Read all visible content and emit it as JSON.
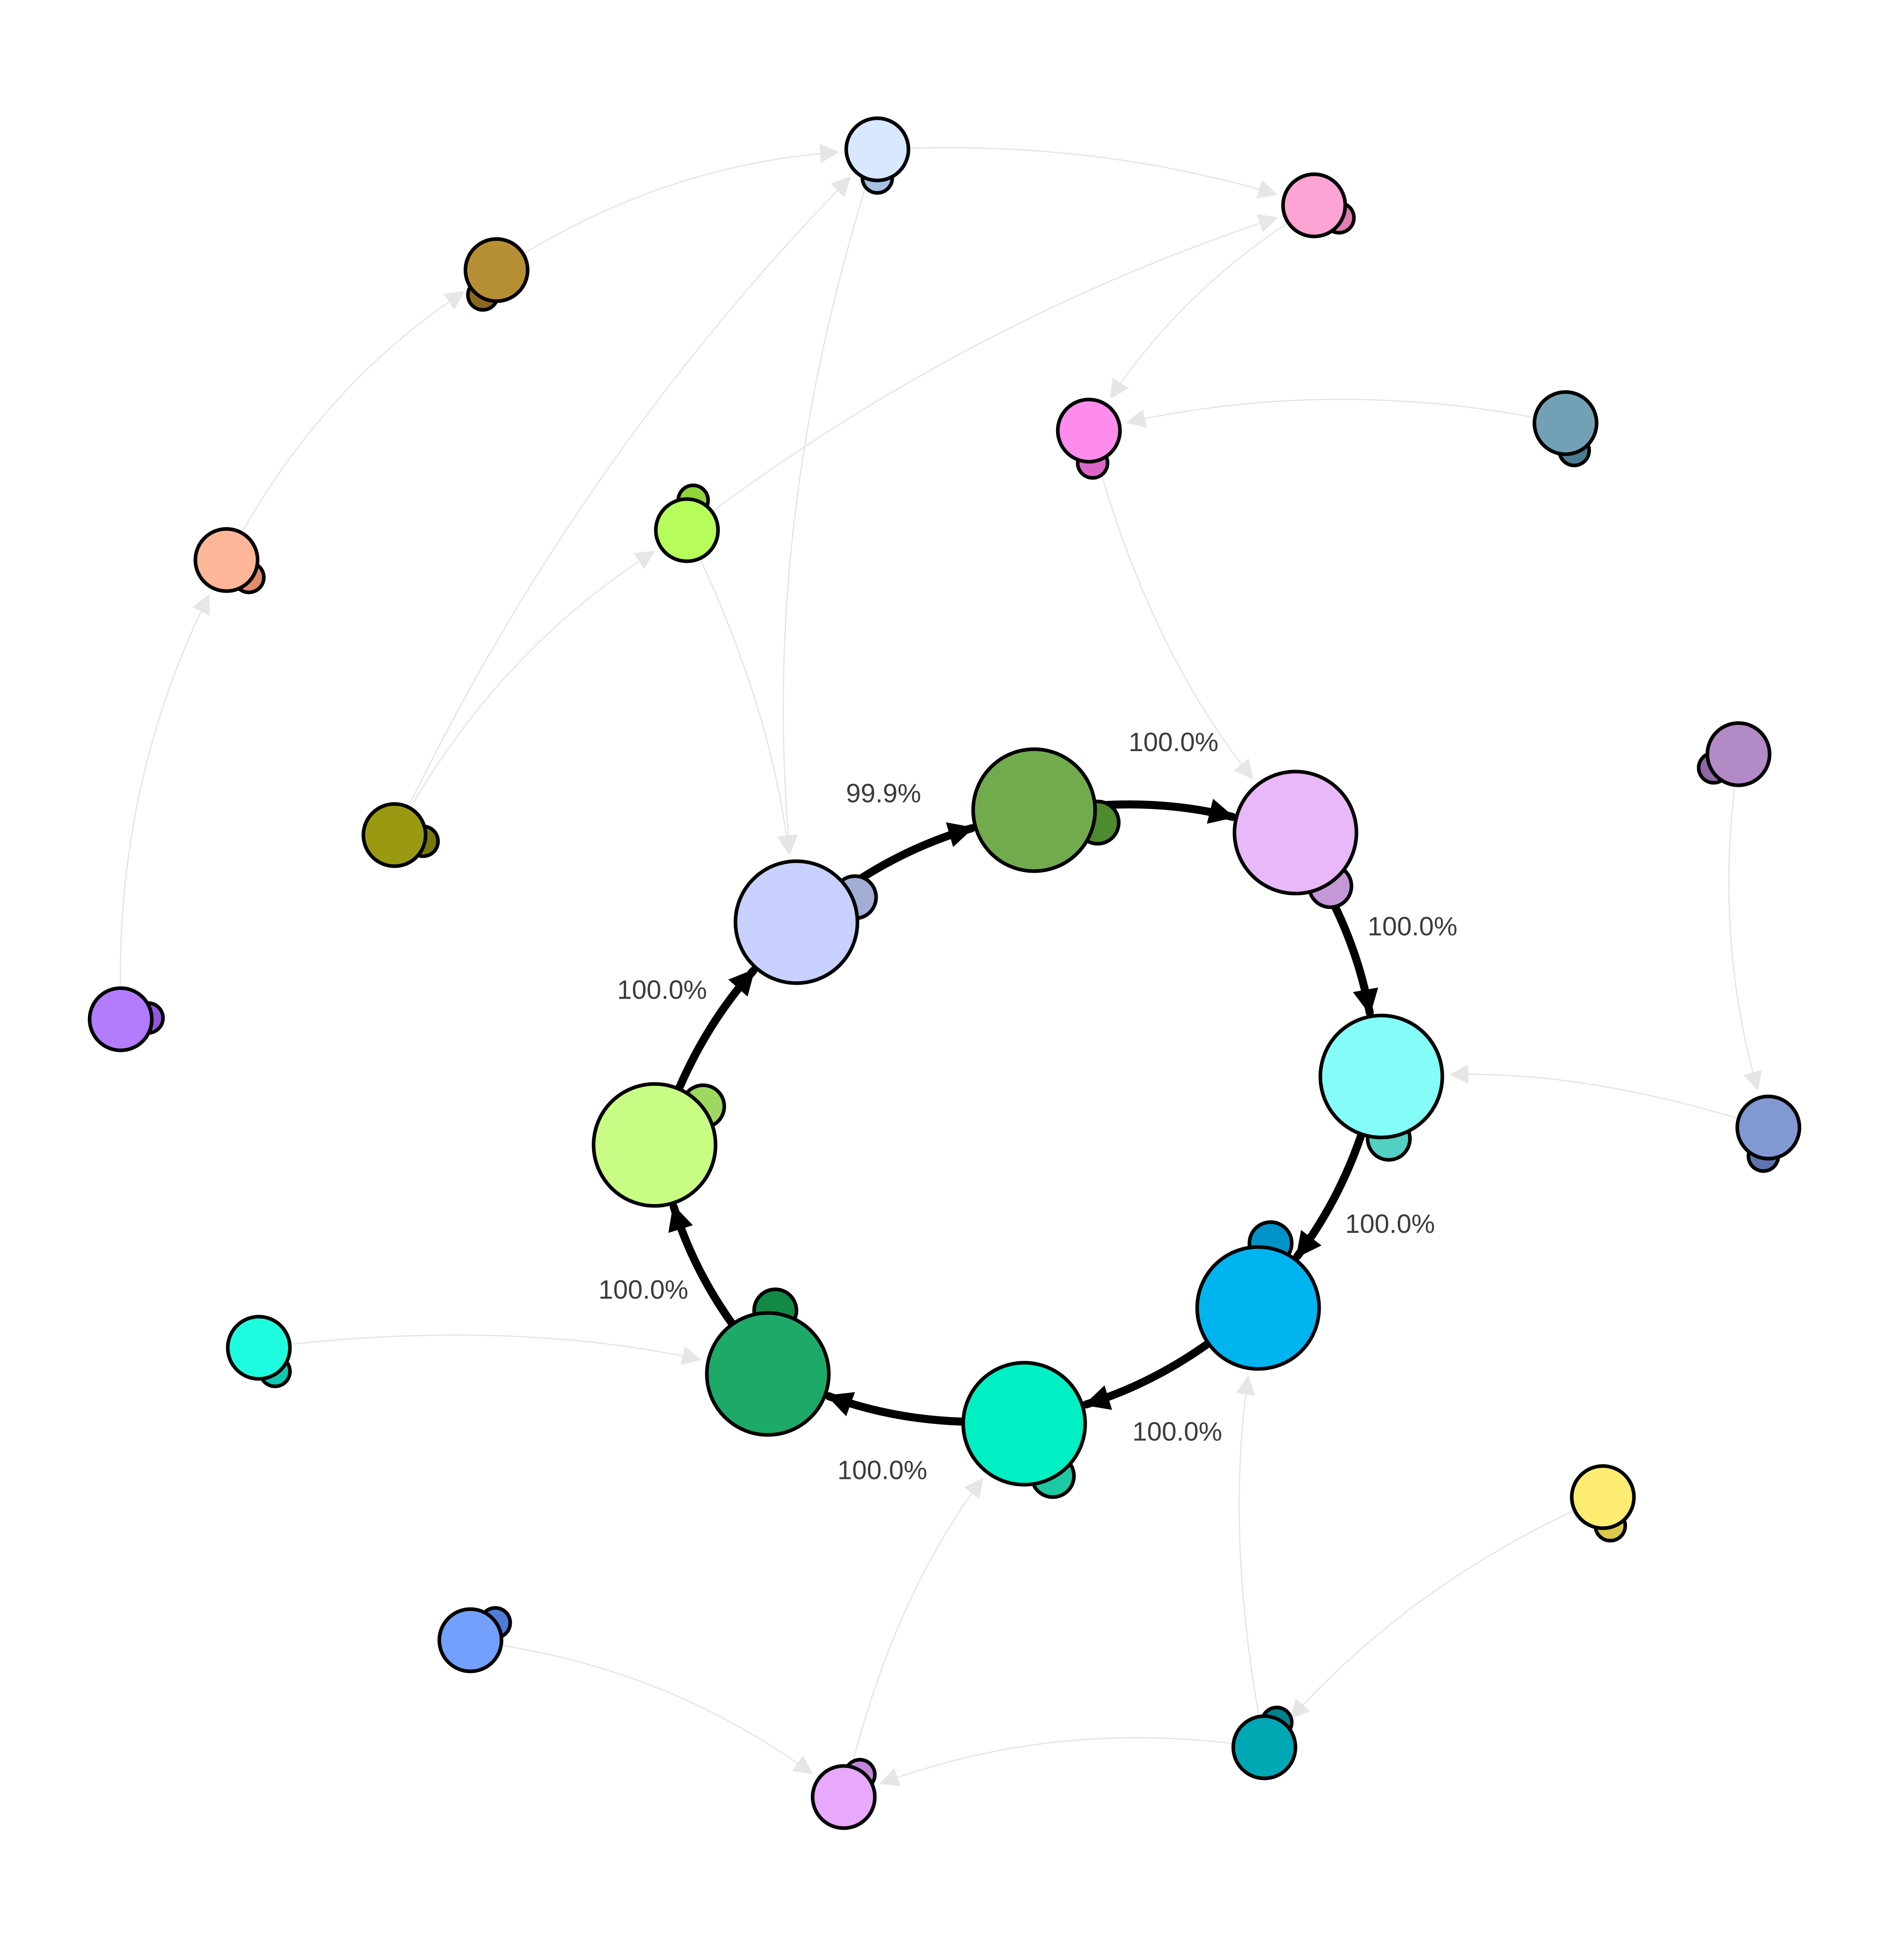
{
  "diagram": {
    "type": "directed-graph",
    "edge_labels": [
      {
        "from": "c1",
        "to": "c2",
        "text": "99.9%"
      },
      {
        "from": "c2",
        "to": "c3",
        "text": "100.0%"
      },
      {
        "from": "c3",
        "to": "c4",
        "text": "100.0%"
      },
      {
        "from": "c4",
        "to": "c5",
        "text": "100.0%"
      },
      {
        "from": "c5",
        "to": "c6",
        "text": "100.0%"
      },
      {
        "from": "c6",
        "to": "c7",
        "text": "100.0%"
      },
      {
        "from": "c7",
        "to": "c8",
        "text": "100.0%"
      },
      {
        "from": "c8",
        "to": "c1",
        "text": "100.0%"
      }
    ],
    "nodes": [
      {
        "id": "c1",
        "color": "#c8d0ff",
        "shadow": "#a3aed6",
        "group": "cycle"
      },
      {
        "id": "c2",
        "color": "#72aa4e",
        "shadow": "#4e8a30",
        "group": "cycle"
      },
      {
        "id": "c3",
        "color": "#e8b8f8",
        "shadow": "#c497d6",
        "group": "cycle"
      },
      {
        "id": "c4",
        "color": "#84fdf9",
        "shadow": "#53cfc4",
        "group": "cycle"
      },
      {
        "id": "c5",
        "color": "#00b4f0",
        "shadow": "#0093c8",
        "group": "cycle"
      },
      {
        "id": "c6",
        "color": "#00f0c4",
        "shadow": "#1ec8a0",
        "group": "cycle"
      },
      {
        "id": "c7",
        "color": "#1daa68",
        "shadow": "#128a46",
        "group": "cycle"
      },
      {
        "id": "c8",
        "color": "#c8fc84",
        "shadow": "#9ed860",
        "group": "cycle"
      },
      {
        "id": "o-top",
        "color": "#d8e8fe",
        "shadow": "#a8c0e2",
        "group": "outer"
      },
      {
        "id": "o-pink-top",
        "color": "#fda4d4",
        "shadow": "#e07cb2",
        "group": "outer"
      },
      {
        "id": "o-brown",
        "color": "#b68e34",
        "shadow": "#8a6820",
        "group": "outer"
      },
      {
        "id": "o-magenta",
        "color": "#fd8cec",
        "shadow": "#dc66c8",
        "group": "outer"
      },
      {
        "id": "o-slate",
        "color": "#72a0b4",
        "shadow": "#4e7c92",
        "group": "outer"
      },
      {
        "id": "o-lime",
        "color": "#b6fc5a",
        "shadow": "#90d438",
        "group": "outer"
      },
      {
        "id": "o-peach",
        "color": "#fdb698",
        "shadow": "#e08c6a",
        "group": "outer"
      },
      {
        "id": "o-olive",
        "color": "#9a9a12",
        "shadow": "#787808",
        "group": "outer"
      },
      {
        "id": "o-lilac",
        "color": "#b28ac6",
        "shadow": "#8e66a4",
        "group": "outer"
      },
      {
        "id": "o-purple",
        "color": "#b27cfc",
        "shadow": "#9058d8",
        "group": "outer"
      },
      {
        "id": "o-periwinkle",
        "color": "#8298d2",
        "shadow": "#5e74ae",
        "group": "outer"
      },
      {
        "id": "o-aqua",
        "color": "#1efce0",
        "shadow": "#10c8b0",
        "group": "outer"
      },
      {
        "id": "o-yellow",
        "color": "#fdec72",
        "shadow": "#dcc84a",
        "group": "outer"
      },
      {
        "id": "o-blue",
        "color": "#72a0fc",
        "shadow": "#4e7cd8",
        "group": "outer"
      },
      {
        "id": "o-teal",
        "color": "#00a8b4",
        "shadow": "#00828c",
        "group": "outer"
      },
      {
        "id": "o-orchid",
        "color": "#e8a8fc",
        "shadow": "#c484d8",
        "group": "outer"
      }
    ],
    "faint_edges": [
      {
        "from": "o-brown",
        "to": "o-top"
      },
      {
        "from": "o-top",
        "to": "o-pink-top"
      },
      {
        "from": "o-pink-top",
        "to": "o-magenta"
      },
      {
        "from": "o-slate",
        "to": "o-magenta"
      },
      {
        "from": "o-magenta",
        "to": "c3"
      },
      {
        "from": "o-peach",
        "to": "o-brown"
      },
      {
        "from": "o-purple",
        "to": "o-peach"
      },
      {
        "from": "o-olive",
        "to": "o-top"
      },
      {
        "from": "o-olive",
        "to": "o-lime"
      },
      {
        "from": "o-lime",
        "to": "o-pink-top"
      },
      {
        "from": "o-lime",
        "to": "c1"
      },
      {
        "from": "o-top",
        "to": "c1"
      },
      {
        "from": "o-lilac",
        "to": "o-periwinkle"
      },
      {
        "from": "o-periwinkle",
        "to": "c4"
      },
      {
        "from": "o-aqua",
        "to": "c7"
      },
      {
        "from": "o-yellow",
        "to": "o-teal"
      },
      {
        "from": "o-teal",
        "to": "c5"
      },
      {
        "from": "o-teal",
        "to": "o-orchid"
      },
      {
        "from": "o-blue",
        "to": "o-orchid"
      },
      {
        "from": "o-orchid",
        "to": "c6"
      }
    ]
  }
}
